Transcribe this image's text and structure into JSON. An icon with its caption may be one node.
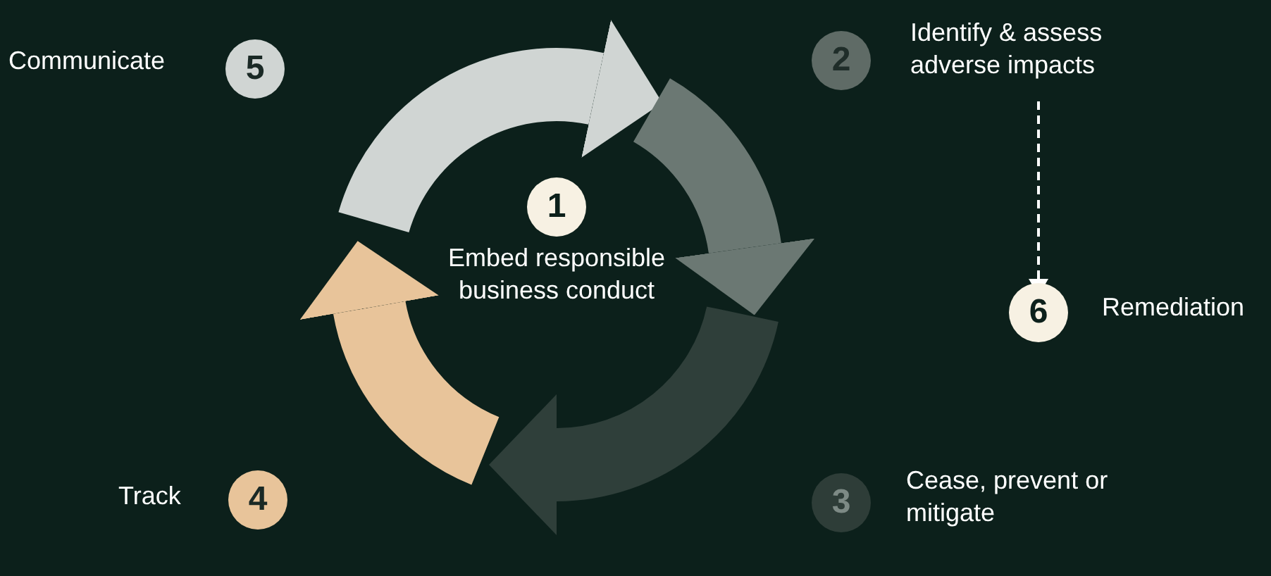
{
  "diagram": {
    "nodes": [
      {
        "text": [
          "1"
        ],
        "beside": [
          "Embed responsible business conduct"
        ]
      },
      {
        "text": [
          "2"
        ],
        "beside": [
          "Identify & assess adverse impacts"
        ]
      },
      {
        "text": [
          "3"
        ],
        "beside": [
          "Cease, prevent or mitigate"
        ]
      },
      {
        "text": [
          "4"
        ],
        "beside": [
          "Track"
        ]
      },
      {
        "text": [
          "5"
        ],
        "beside": [
          "Communicate"
        ]
      },
      {
        "text": [
          "6"
        ],
        "beside": [
          "Remediation"
        ]
      }
    ],
    "edges": [
      {
        "from": 1,
        "to": 5,
        "arrow": "to",
        "style": "dashed"
      }
    ]
  }
}
